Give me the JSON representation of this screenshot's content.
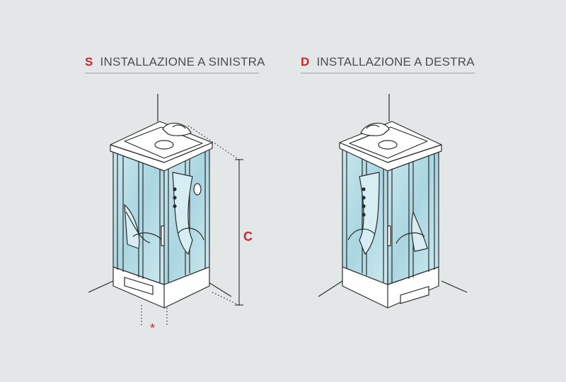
{
  "headings": {
    "left": {
      "code": "S",
      "text": "INSTALLAZIONE A SINISTRA"
    },
    "right": {
      "code": "D",
      "text": "INSTALLAZIONE A DESTRA"
    }
  },
  "dimension_label": "C",
  "footnote_marker": "*",
  "colors": {
    "background": "#e3e7e8",
    "accent_red": "#d2232a",
    "line": "#2b2b2b",
    "glass": "#b9dde6",
    "panel_white": "#ffffff",
    "heading_text": "#4d4d4d"
  }
}
